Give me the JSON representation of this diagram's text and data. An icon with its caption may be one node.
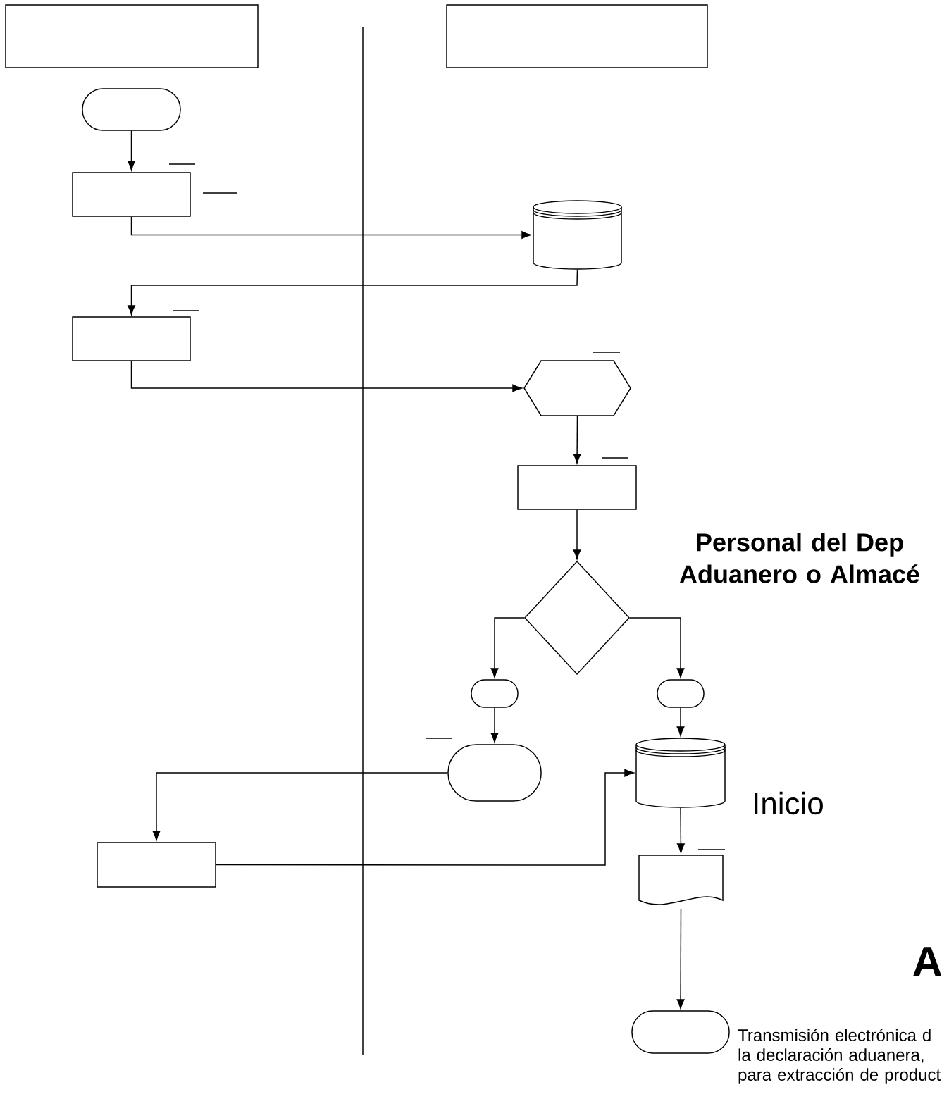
{
  "diagram": {
    "nodes": [
      {
        "text": [],
        "shape": "box"
      },
      {
        "text": [],
        "shape": "box"
      },
      {
        "text": [],
        "shape": "oval"
      },
      {
        "text": [],
        "shape": "box"
      },
      {
        "text": [],
        "shape": "cylinder"
      },
      {
        "text": [],
        "shape": "box"
      },
      {
        "text": [],
        "shape": "hexagon"
      },
      {
        "text": [],
        "shape": "box"
      },
      {
        "text": [],
        "shape": "diamond"
      },
      {
        "text": [],
        "shape": "oval"
      },
      {
        "text": [],
        "shape": "oval"
      },
      {
        "text": [],
        "shape": "oval"
      },
      {
        "text": [],
        "shape": "cylinder"
      },
      {
        "text": [],
        "shape": "box"
      },
      {
        "text": [],
        "shape": "document"
      },
      {
        "text": [],
        "shape": "oval"
      }
    ],
    "edges": [
      {
        "from": 2,
        "to": 3,
        "arrow": "to"
      },
      {
        "from": 3,
        "to": 4,
        "arrow": "to"
      },
      {
        "from": 4,
        "to": 5,
        "arrow": "to"
      },
      {
        "from": 5,
        "to": 6,
        "arrow": "to"
      },
      {
        "from": 6,
        "to": 7,
        "arrow": "to"
      },
      {
        "from": 7,
        "to": 8,
        "arrow": "to"
      },
      {
        "from": 8,
        "to": 9,
        "arrow": "to"
      },
      {
        "from": 8,
        "to": 10,
        "arrow": "to"
      },
      {
        "from": 9,
        "to": 11,
        "arrow": "to"
      },
      {
        "from": 10,
        "to": 12,
        "arrow": "to"
      },
      {
        "from": 11,
        "to": 13,
        "arrow": "to"
      },
      {
        "from": 13,
        "to": 12,
        "arrow": "to"
      },
      {
        "from": 12,
        "to": 14,
        "arrow": "to"
      },
      {
        "from": 14,
        "to": 15,
        "arrow": "to"
      }
    ],
    "labels": [
      "Personal del Dep Aduanero o Almacé",
      "Inicio",
      "A",
      "Transmisión electrónica d la declaración aduanera, para extracción de product"
    ]
  }
}
